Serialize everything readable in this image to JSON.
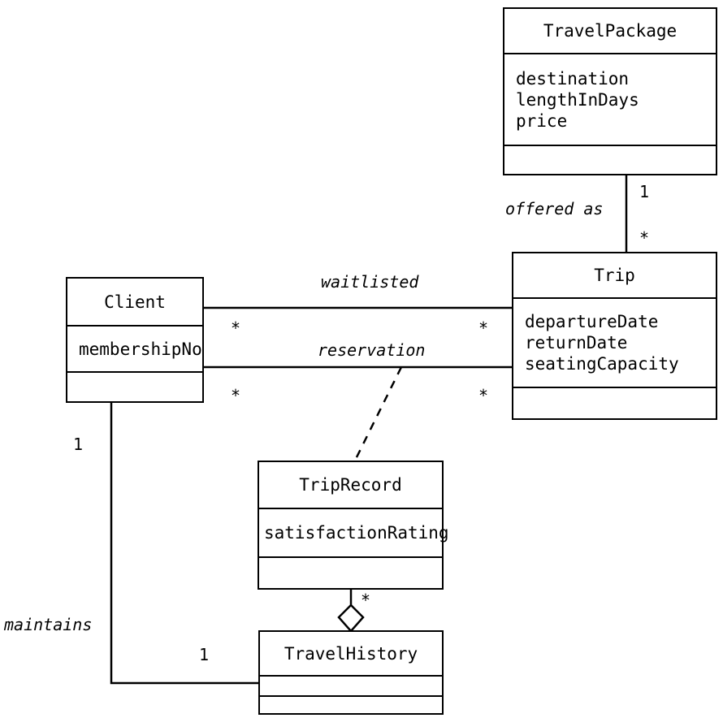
{
  "diagram": {
    "type": "uml-class-diagram",
    "background": "#ffffff",
    "line_color": "#000000"
  },
  "classes": [
    {
      "id": "travelpackage",
      "name": "TravelPackage",
      "attributes": [
        "destination",
        "lengthInDays",
        "price"
      ],
      "operations": []
    },
    {
      "id": "trip",
      "name": "Trip",
      "attributes": [
        "departureDate",
        "returnDate",
        "seatingCapacity"
      ],
      "operations": []
    },
    {
      "id": "client",
      "name": "Client",
      "attributes": [
        "membershipNo"
      ],
      "operations": []
    },
    {
      "id": "triprecord",
      "name": "TripRecord",
      "attributes": [
        "satisfactionRating"
      ],
      "operations": []
    },
    {
      "id": "travelhistory",
      "name": "TravelHistory",
      "attributes": [],
      "operations": []
    }
  ],
  "associations": [
    {
      "id": "offered-as",
      "label": "offered as",
      "from": "travelpackage",
      "to": "trip",
      "from_multiplicity": "1",
      "to_multiplicity": "*",
      "style": "solid"
    },
    {
      "id": "waitlisted",
      "label": "waitlisted",
      "from": "client",
      "to": "trip",
      "from_multiplicity": "*",
      "to_multiplicity": "*",
      "style": "solid"
    },
    {
      "id": "reservation",
      "label": "reservation",
      "from": "client",
      "to": "trip",
      "from_multiplicity": "*",
      "to_multiplicity": "*",
      "style": "solid",
      "association_class": "triprecord",
      "association_class_link": "dashed"
    },
    {
      "id": "maintains",
      "label": "maintains",
      "from": "client",
      "to": "travelhistory",
      "from_multiplicity": "1",
      "to_multiplicity": "1",
      "style": "solid"
    },
    {
      "id": "history-aggregation",
      "label": "",
      "from": "travelhistory",
      "to": "triprecord",
      "from_multiplicity": "",
      "to_multiplicity": "*",
      "style": "aggregation"
    }
  ],
  "labels": {
    "offered_as": "offered as",
    "waitlisted": "waitlisted",
    "reservation": "reservation",
    "maintains": "maintains",
    "mult_tp_one": "1",
    "mult_trip_star": "*",
    "mult_client_waitlisted": "*",
    "mult_trip_waitlisted": "*",
    "mult_client_reservation": "*",
    "mult_trip_reservation": "*",
    "mult_client_maintains": "1",
    "mult_history_maintains": "1",
    "mult_triprecord_star": "*"
  }
}
